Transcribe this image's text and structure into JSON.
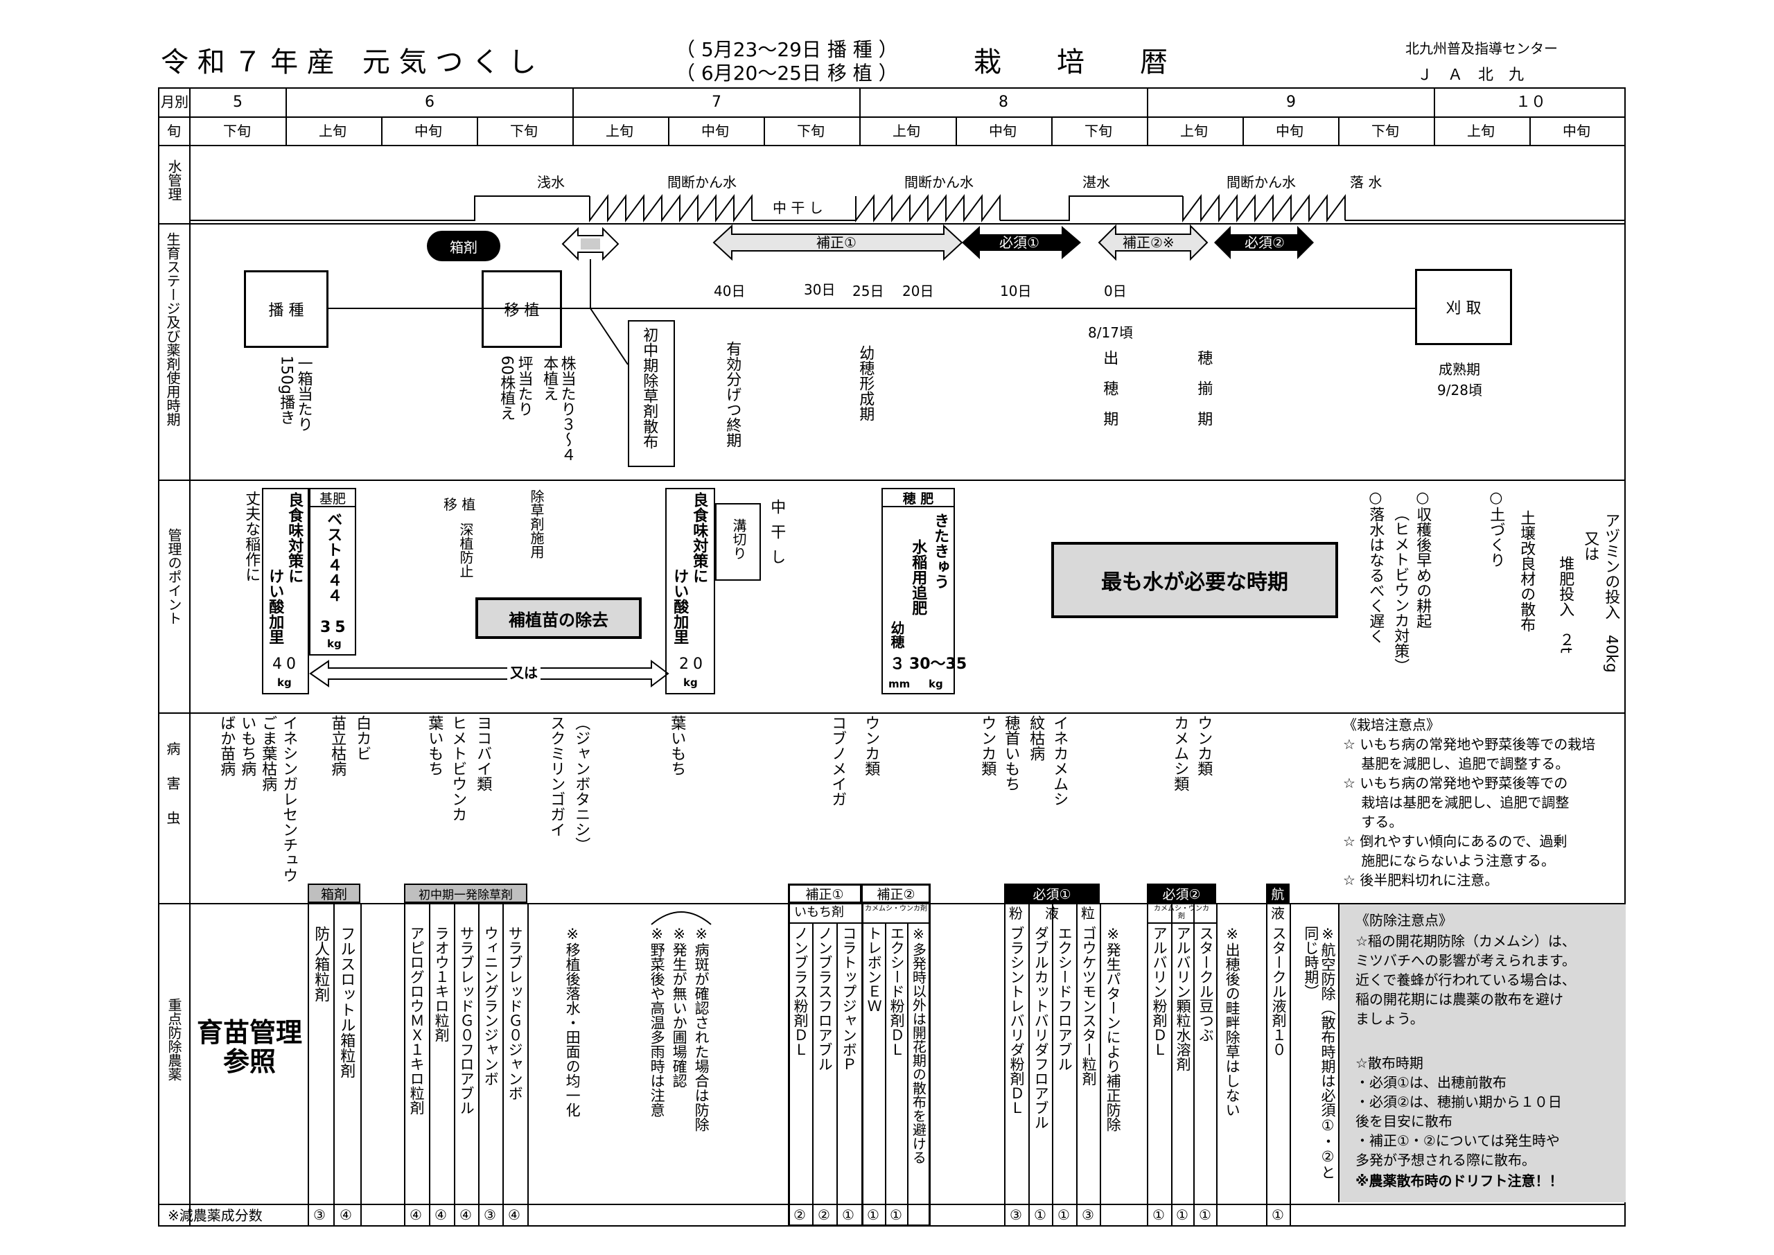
{
  "title": {
    "main": "令 和 ７ 年 産　元 気 つ く し",
    "sowing": "（ 5月23～29日  播  種 ）",
    "planting": "（ 6月20～25日  移  植 ）",
    "calendar": "栽　　培　　暦",
    "org1": "北九州普及指導センター",
    "org2": "Ｊ　Ａ　北　九"
  },
  "row_labels": {
    "month": "月別",
    "period": "旬",
    "water": "水管理",
    "growth": "生育ステージ及び薬剤使用時期",
    "points": "管理のポイント",
    "pests": "病害虫",
    "chemicals": "重点防除農薬",
    "reduced": "※減農薬成分数"
  },
  "months": [
    "5",
    "6",
    "7",
    "8",
    "9",
    "１０"
  ],
  "periods": [
    "下旬",
    "上旬",
    "中旬",
    "下旬",
    "上旬",
    "中旬",
    "下旬",
    "上旬",
    "中旬",
    "下旬",
    "上旬",
    "中旬",
    "下旬",
    "上旬",
    "中旬"
  ],
  "water": {
    "shallow": "浅水",
    "intermittent1": "間断かん水",
    "midsummer": "中 干 し",
    "intermittent2": "間断かん水",
    "flooded": "湛水",
    "intermittent3": "間断かん水",
    "drain": "落 水"
  },
  "growth": {
    "box_treat": "箱剤",
    "hosei1": "補正①",
    "hissu1": "必須①",
    "hosei2": "補正②※",
    "hissu2": "必須②",
    "days": [
      "40日",
      "30日",
      "25日",
      "20日",
      "10日",
      "0日"
    ],
    "sowing": "播 種",
    "planting": "移 植",
    "harvest": "刈 取",
    "sowing_note": "一箱当たり150g播き",
    "planting_note1": "株当たり３～４本植え",
    "planting_note2": "坪当たり60株植え",
    "herbicide": "初中期除草剤散布",
    "tillering": "有効分げつ終期",
    "panicle": "幼穂形成期",
    "heading_date": "8/17頃",
    "heading": "出　穂　期",
    "full_heading": "穂　揃　期",
    "maturity": "成熟期",
    "maturity_date": "9/28頃"
  },
  "points": {
    "strong": "丈夫な稲作に",
    "taste1": "良食味対策に",
    "silicate1": "けい酸加里",
    "silicate1_amt": "40",
    "kg": "kg",
    "basal_hdr": "基肥",
    "basal": "ベスト４４４",
    "basal_amt": "35",
    "transplant": "移 植",
    "deep": "深植防止",
    "herbicide_use": "除草剤施用",
    "replant": "補植苗の除去",
    "or": "又は",
    "taste2": "良食味対策に",
    "silicate2": "けい酸加里",
    "silicate2_amt": "20",
    "trench": "溝切り",
    "midsummer": "中干し",
    "top_hdr": "穂 肥",
    "top1": "きたきゅう",
    "top2": "水稲用追肥",
    "young": "幼穂",
    "young_mm": "３",
    "mm": "mm",
    "top_amt": "30～35",
    "water_need": "最も水が必要な時期",
    "drain_late": "○落水はなるべく遅く",
    "plow": "○収穫後早めの耕起",
    "plow_note": "（ヒメトビウンカ対策）",
    "soil": "○土づくり",
    "soil1": "土壌改良材の散布",
    "soil2": "堆肥投入　２t",
    "soil2_pre": "又は",
    "soil3": "アヅミンの投入　40kg"
  },
  "pests": {
    "p1": "ばか苗病",
    "p2": "いもち病",
    "p3": "ごま葉枯病",
    "p4": "イネシンガレセンチュウ",
    "p5": "苗立枯病",
    "p6": "白カビ",
    "p7": "葉いもち",
    "p8": "ヒメトビウンカ",
    "p9": "ヨコバイ類",
    "p10": "スクミリンゴガイ",
    "p11": "（ジャンボタニシ）",
    "p12": "葉いもち",
    "p13": "コブノメイガ",
    "p14": "ウンカ類",
    "p15": "ウンカ類",
    "p16": "穂首いもち",
    "p17": "紋枯病",
    "p18": "イネカメムシ",
    "p19": "カメムシ類",
    "p20": "ウンカ類",
    "notes_title": "《栽培注意点》",
    "notes": [
      "☆ いもち病の常発地や野菜後等での栽培",
      "　 基肥を減肥し、追肥で調整する。",
      "☆ いもち病の常発地や野菜後等での",
      "　 栽培は基肥を減肥し、追肥で調整",
      "　 する。",
      "☆ 倒れやすい傾向にあるので、過剰",
      "　 施肥にならないよう注意する。",
      "☆ 後半肥料切れに注意。"
    ]
  },
  "chem": {
    "seedling": "育苗管理参照",
    "h_box": "箱剤",
    "h_herb": "初中期一発除草剤",
    "h_hosei1": "補正①",
    "h_hosei2": "補正②",
    "h_hissu1": "必須①",
    "h_hissu2": "必須②",
    "h_air": "航",
    "sub_imochi": "いもち剤",
    "sub_kame1": "カメムシ・ウンカ剤",
    "sub_powder": "粉",
    "sub_liquid": "液",
    "sub_granule": "粒",
    "sub_kame2": "カメムシ・ウンカ剤",
    "sub_liquid2": "液",
    "c1": "防人箱粒剤",
    "c2": "フルスロットル箱粒剤",
    "c3": "アピログロウＭＸ１キロ粒剤",
    "c4": "ラオウ１キロ粒剤",
    "c5": "サラブレッドＧ０フロアブル",
    "c6": "ウィニングランジャンボ",
    "c7": "サラブレッドＧ０ジャンボ",
    "n1": "※移植後落水・田面の均一化",
    "n2a": "※病斑が確認された場合は防除",
    "n2b": "※発生が無いか圃場確認",
    "n2c": "※野菜後や高温多雨時は注意",
    "c8": "ノンブラス粉剤ＤＬ",
    "c9": "ノンブラスフロアブル",
    "c10": "コラトップジャンボＰ",
    "c11": "トレボンＥＷ",
    "c12": "エクシード粉剤ＤＬ",
    "n3": "※多発時以外は開花期の散布を避ける",
    "c13": "ブラシントレバリダ粉剤ＤＬ",
    "c14": "ダブルカットバリダフロアブル",
    "c15": "エクシードフロアブル",
    "c16": "ゴウケツモンスター粒剤",
    "n4": "※発生パターンにより補正防除",
    "c17": "アルバリン粉剤ＤＬ",
    "c18": "アルバリン顆粒水溶剤",
    "c19": "スタークル豆つぶ",
    "n5": "※出穂後の畦畔除草はしない",
    "c20": "スタークル液剤１０",
    "n6": "※航空防除（散布時期は必須①・②と同じ時期）",
    "info_title": "《防除注意点》",
    "info": [
      "☆稲の開花期防除（カメムシ）は、",
      "ミツバチへの影響が考えられます。",
      "近くで養蜂が行われている場合は、",
      "稲の開花期には農薬の散布を避け",
      "ましょう。",
      "",
      "☆散布時期",
      "・必須①は、出穂前散布",
      "・必須②は、穂揃い期から１０日",
      "後を目安に散布",
      "・補正①・②については発生時や",
      "多発が予想される際に散布。"
    ],
    "info_last": "※農薬散布時のドリフト注意！！"
  },
  "reduced": [
    "③",
    "④",
    "④",
    "④",
    "④",
    "③",
    "④",
    "②",
    "②",
    "①",
    "①",
    "①",
    "③",
    "①",
    "①",
    "③",
    "①",
    "①",
    "①",
    "①"
  ]
}
